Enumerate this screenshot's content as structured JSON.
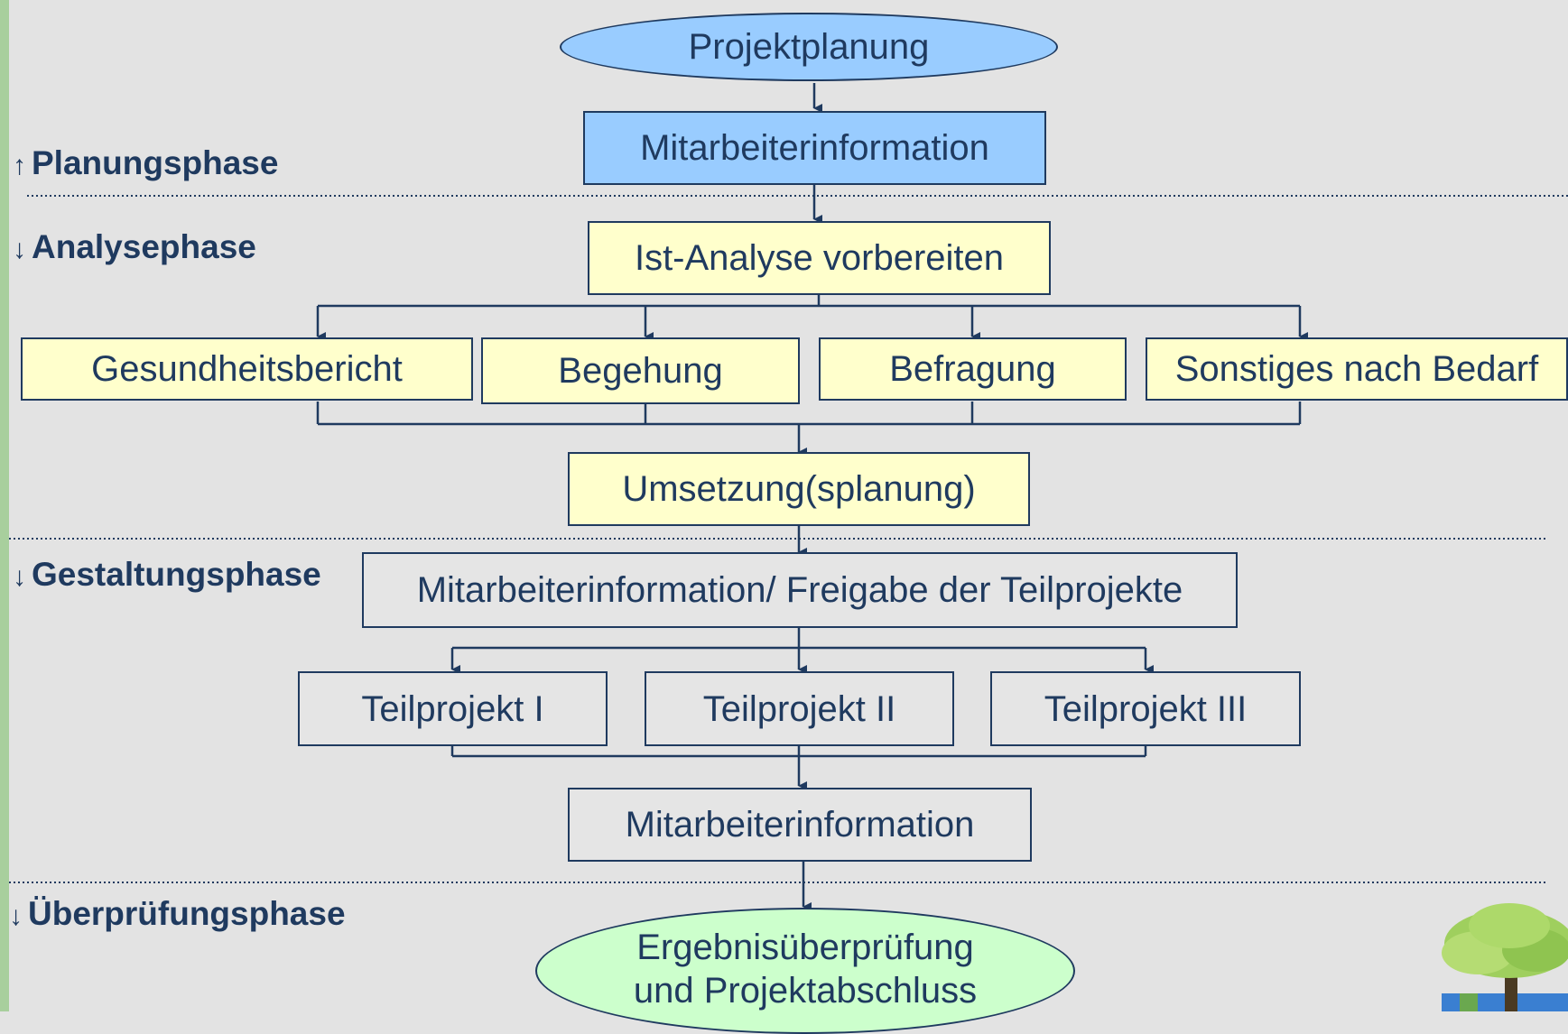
{
  "colors": {
    "background": "#e3e3e3",
    "left_bar": "#a8cf9d",
    "line": "#1f3a5f",
    "start_fill": "#99ccff",
    "planning_fill": "#99ccff",
    "analysis_fill": "#ffffcc",
    "design_fill": "#e5e5e5",
    "end_fill": "#ccffcc"
  },
  "phases": {
    "planung": {
      "arrow": "↑",
      "label": "Planungsphase"
    },
    "analyse": {
      "arrow": "↓",
      "label": "Analysephase"
    },
    "gestaltung": {
      "arrow": "↓",
      "label": "Gestaltungsphase"
    },
    "ueberpruefung": {
      "arrow": "↓",
      "label": "Überprüfungsphase"
    }
  },
  "nodes": {
    "projektplanung": "Projektplanung",
    "mitarbeiterinfo_1": "Mitarbeiterinformation",
    "ist_analyse": "Ist-Analyse vorbereiten",
    "gesundheitsbericht": "Gesundheitsbericht",
    "begehung": "Begehung",
    "befragung": "Befragung",
    "sonstiges": "Sonstiges nach Bedarf",
    "umsetzung": "Umsetzung(splanung)",
    "freigabe": "Mitarbeiterinformation/ Freigabe der Teilprojekte",
    "teilprojekt_1": "Teilprojekt I",
    "teilprojekt_2": "Teilprojekt II",
    "teilprojekt_3": "Teilprojekt III",
    "mitarbeiterinfo_2": "Mitarbeiterinformation",
    "ergebnis_line1": "Ergebnisüberprüfung",
    "ergebnis_line2": "und Projektabschluss"
  },
  "logo": {
    "icon": "tree-icon"
  }
}
